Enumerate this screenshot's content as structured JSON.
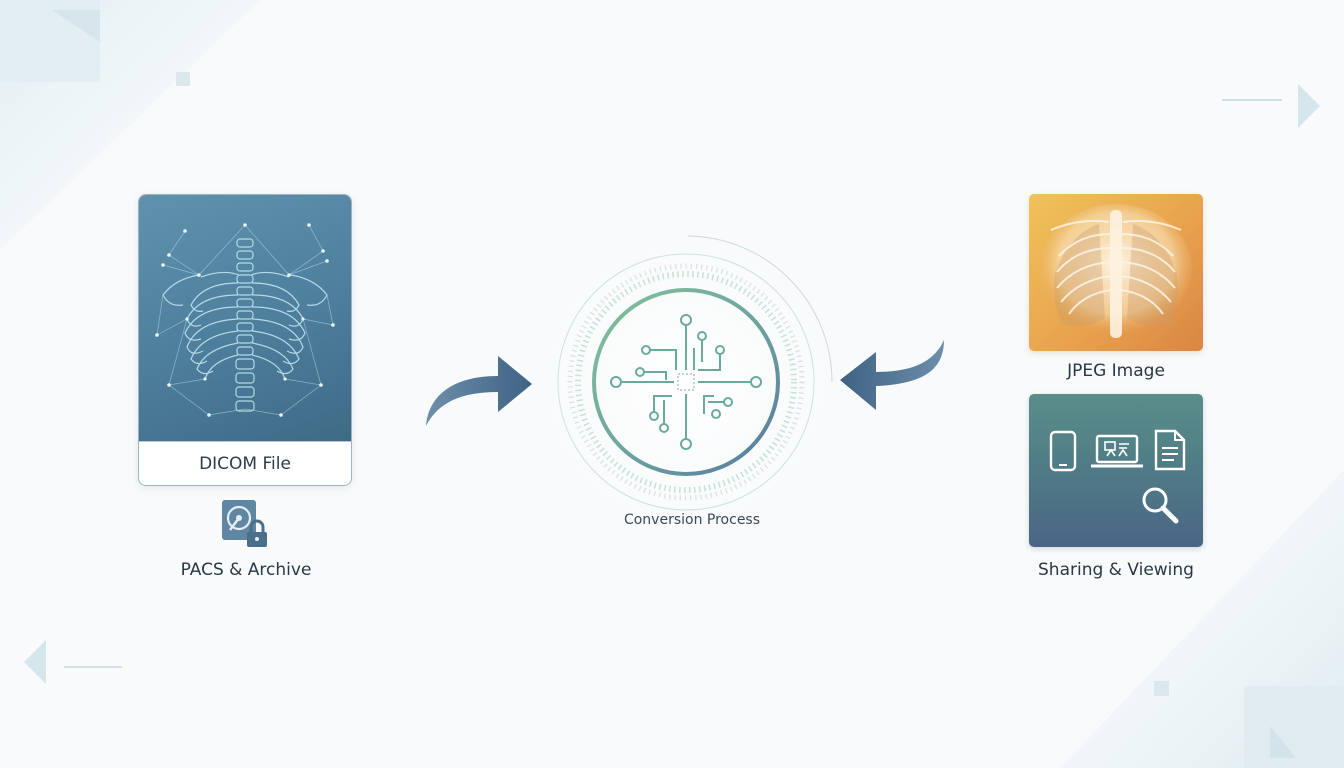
{
  "nodes": {
    "dicom_file": "DICOM File",
    "pacs_archive": "PACS & Archive",
    "conversion_process": "Conversion Process",
    "jpeg_image": "JPEG Image",
    "sharing_viewing": "Sharing & Viewing"
  },
  "icons": {
    "dicom": "chest-skeleton-icon",
    "pacs": "hard-drive-lock-icon",
    "conversion": "circuit-icon",
    "jpeg": "chest-xray-icon",
    "share_phone": "smartphone-icon",
    "share_laptop": "laptop-icon",
    "share_doc": "document-icon",
    "share_search": "magnifier-icon"
  },
  "colors": {
    "dicom_card": "#4f819e",
    "jpeg_card": "#e9a34e",
    "share_card": "#4f7b86",
    "arrow": "#4a6a8a",
    "ring_green": "#7ab596",
    "ring_blue": "#5d7f9c"
  }
}
